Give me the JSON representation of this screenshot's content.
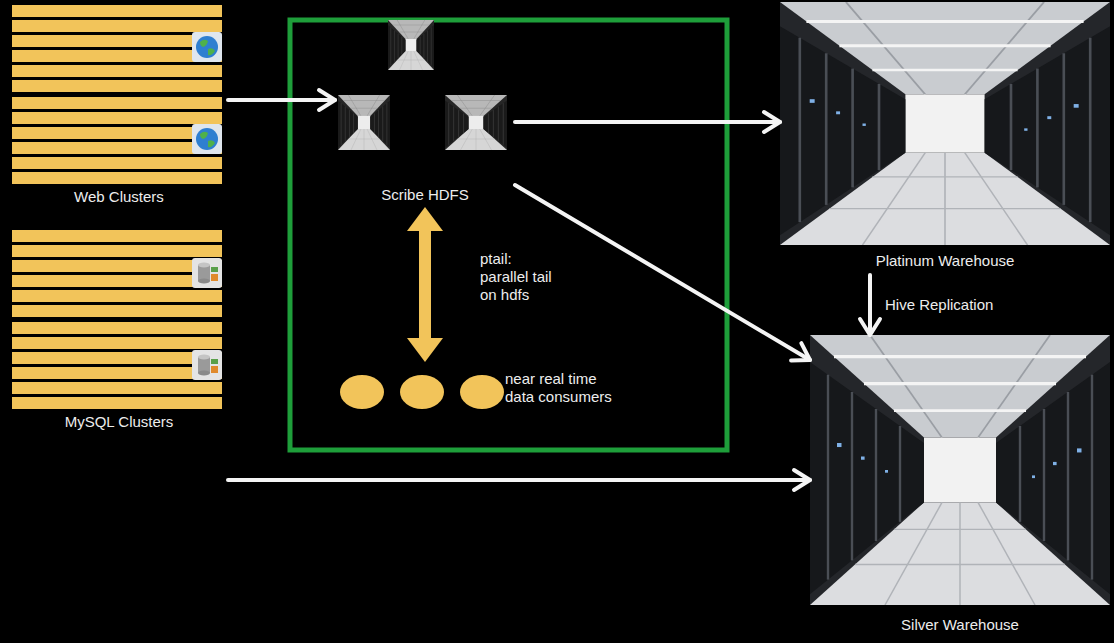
{
  "diagram": {
    "nodes": [
      {
        "text": [
          "Web Clusters"
        ]
      },
      {
        "text": [
          "Scribe HDFS"
        ]
      },
      {
        "text": [
          "Platinum Warehouse"
        ]
      },
      {
        "text": [
          "near real time data consumers"
        ]
      },
      {
        "text": [
          "MySQL Clusters"
        ]
      },
      {
        "text": [
          "Silver Warehouse"
        ]
      }
    ],
    "edges": [
      {
        "from": 0,
        "to": 1,
        "arrow": "to"
      },
      {
        "from": 1,
        "to": 2,
        "arrow": "to"
      },
      {
        "from": 1,
        "to": 3,
        "label": "ptail: parallel tail on hdfs",
        "arrow": "both"
      },
      {
        "from": 1,
        "to": 5,
        "arrow": "to"
      },
      {
        "from": 2,
        "to": 5,
        "label": "Hive Replication",
        "arrow": "to"
      },
      {
        "from": 4,
        "to": 5,
        "arrow": "to"
      }
    ]
  }
}
